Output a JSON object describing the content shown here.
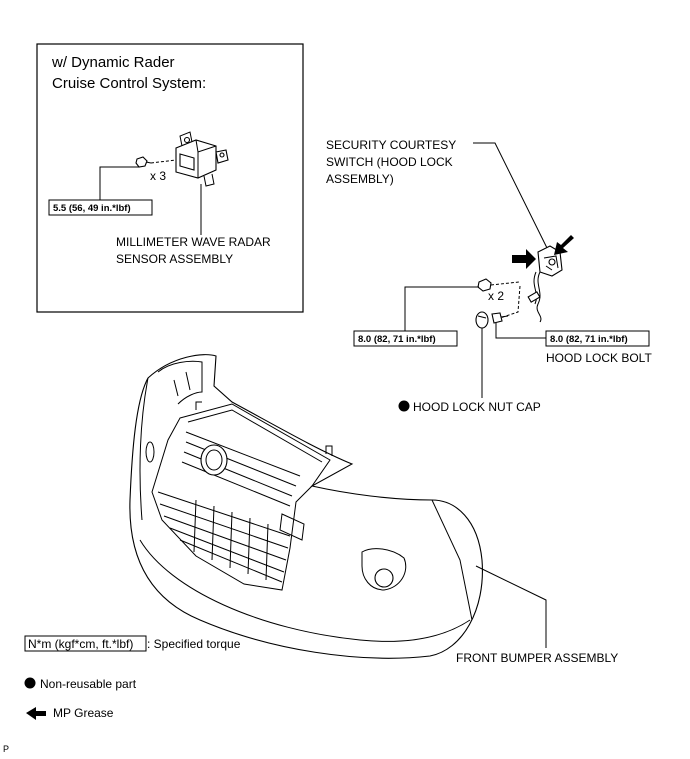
{
  "inset": {
    "title_line1": "w/ Dynamic Rader",
    "title_line2": "Cruise Control System:",
    "qty": "x 3",
    "torque": "5.5 (56, 49 in.*lbf)",
    "label_line1": "MILLIMETER WAVE RADAR",
    "label_line2": "SENSOR ASSEMBLY"
  },
  "switch": {
    "line1": "SECURITY COURTESY",
    "line2": "SWITCH (HOOD LOCK",
    "line3": "ASSEMBLY)",
    "qty": "x 2",
    "nut_torque": "8.0 (82, 71 in.*lbf)",
    "bolt_torque": "8.0 (82, 71 in.*lbf)",
    "bolt_label": "HOOD LOCK BOLT",
    "cap_label": "HOOD LOCK NUT CAP"
  },
  "bumper": {
    "label": "FRONT BUMPER ASSEMBLY"
  },
  "legend": {
    "torque_box": "N*m (kgf*cm, ft.*lbf)",
    "torque_desc": ": Specified torque",
    "nonreusable": "Non-reusable part",
    "grease": "MP Grease"
  },
  "corner_mark": "P"
}
